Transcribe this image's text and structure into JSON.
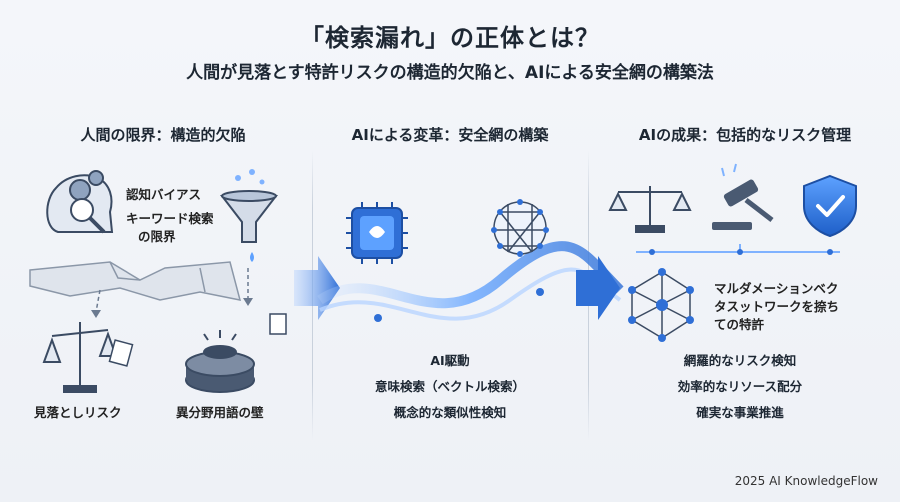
{
  "header": {
    "title": "「検索漏れ」の正体とは？",
    "subtitle": "人間が見落とす特許リスクの構造的欠陥と、AIによる安全網の構築法"
  },
  "columns": [
    {
      "heading": "人間の限界：構造的欠陥",
      "labels": {
        "bias": "認知バイアス",
        "keyword_line1": "キーワード検索",
        "keyword_line2": "の限界",
        "overlook": "見落としリスク",
        "jargon": "異分野用語の壁"
      }
    },
    {
      "heading": "AIによる変革：安全網の構築",
      "items": [
        "AI駆動",
        "意味検索（ベクトル検索）",
        "概念的な類似性検知"
      ]
    },
    {
      "heading": "AIの成果：包括的なリスク管理",
      "network_lines": [
        "マルダメーションベク",
        "タスットワークを捺ち",
        "ての特許"
      ],
      "items": [
        "網羅的なリスク検知",
        "効率的なリソース配分",
        "確実な事業推進"
      ]
    }
  ],
  "footer": "2025 AI KnowledgeFlow",
  "colors": {
    "accent": "#2f6fd6",
    "dark": "#3b4b63",
    "light_blue": "#7fb2ff"
  }
}
